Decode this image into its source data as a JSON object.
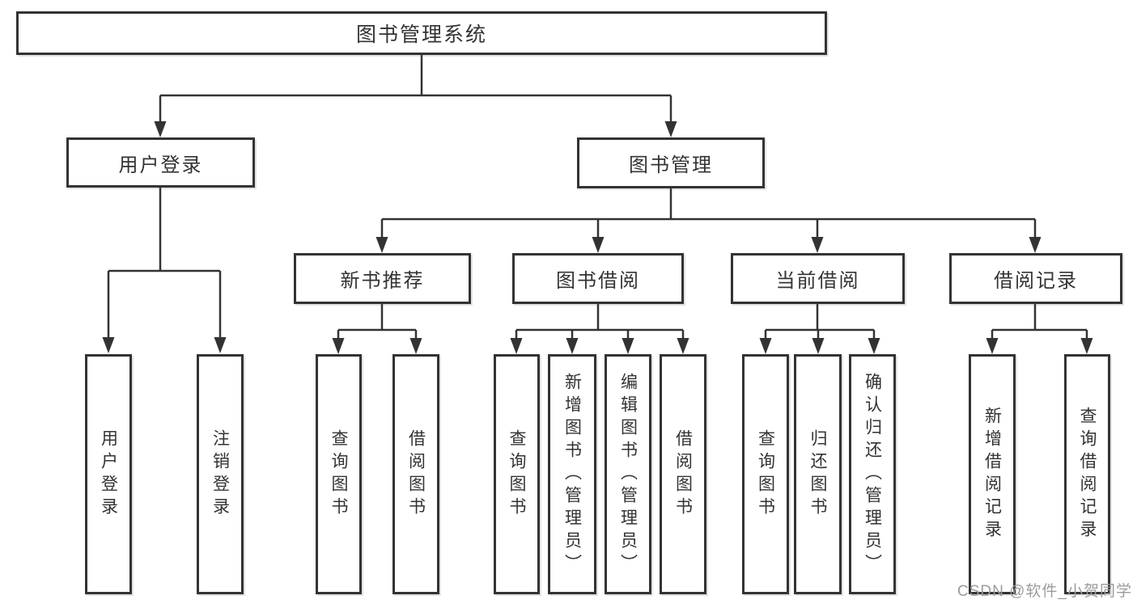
{
  "diagram": {
    "type": "tree",
    "root": {
      "label": "图书管理系统"
    },
    "level2": [
      {
        "label": "用户登录"
      },
      {
        "label": "图书管理"
      }
    ],
    "level3": [
      {
        "label": "新书推荐"
      },
      {
        "label": "图书借阅"
      },
      {
        "label": "当前借阅"
      },
      {
        "label": "借阅记录"
      }
    ],
    "leaves": {
      "user_login": [
        "用户登录",
        "注销登录"
      ],
      "new_book": [
        "查询图书",
        "借阅图书"
      ],
      "book_borrow": [
        "查询图书",
        "新增图书（管理员）",
        "编辑图书（管理员）",
        "借阅图书"
      ],
      "current_borrow": [
        "查询图书",
        "归还图书",
        "确认归还（管理员）"
      ],
      "borrow_record": [
        "新增借阅记录",
        "查询借阅记录"
      ]
    }
  },
  "watermark": {
    "text": "CSDN @软件_小贺同学"
  },
  "colors": {
    "line": "#333333",
    "text": "#333333",
    "box_background": "#ffffff",
    "watermark": "#9c9c9c",
    "page_background": "#ffffff"
  }
}
